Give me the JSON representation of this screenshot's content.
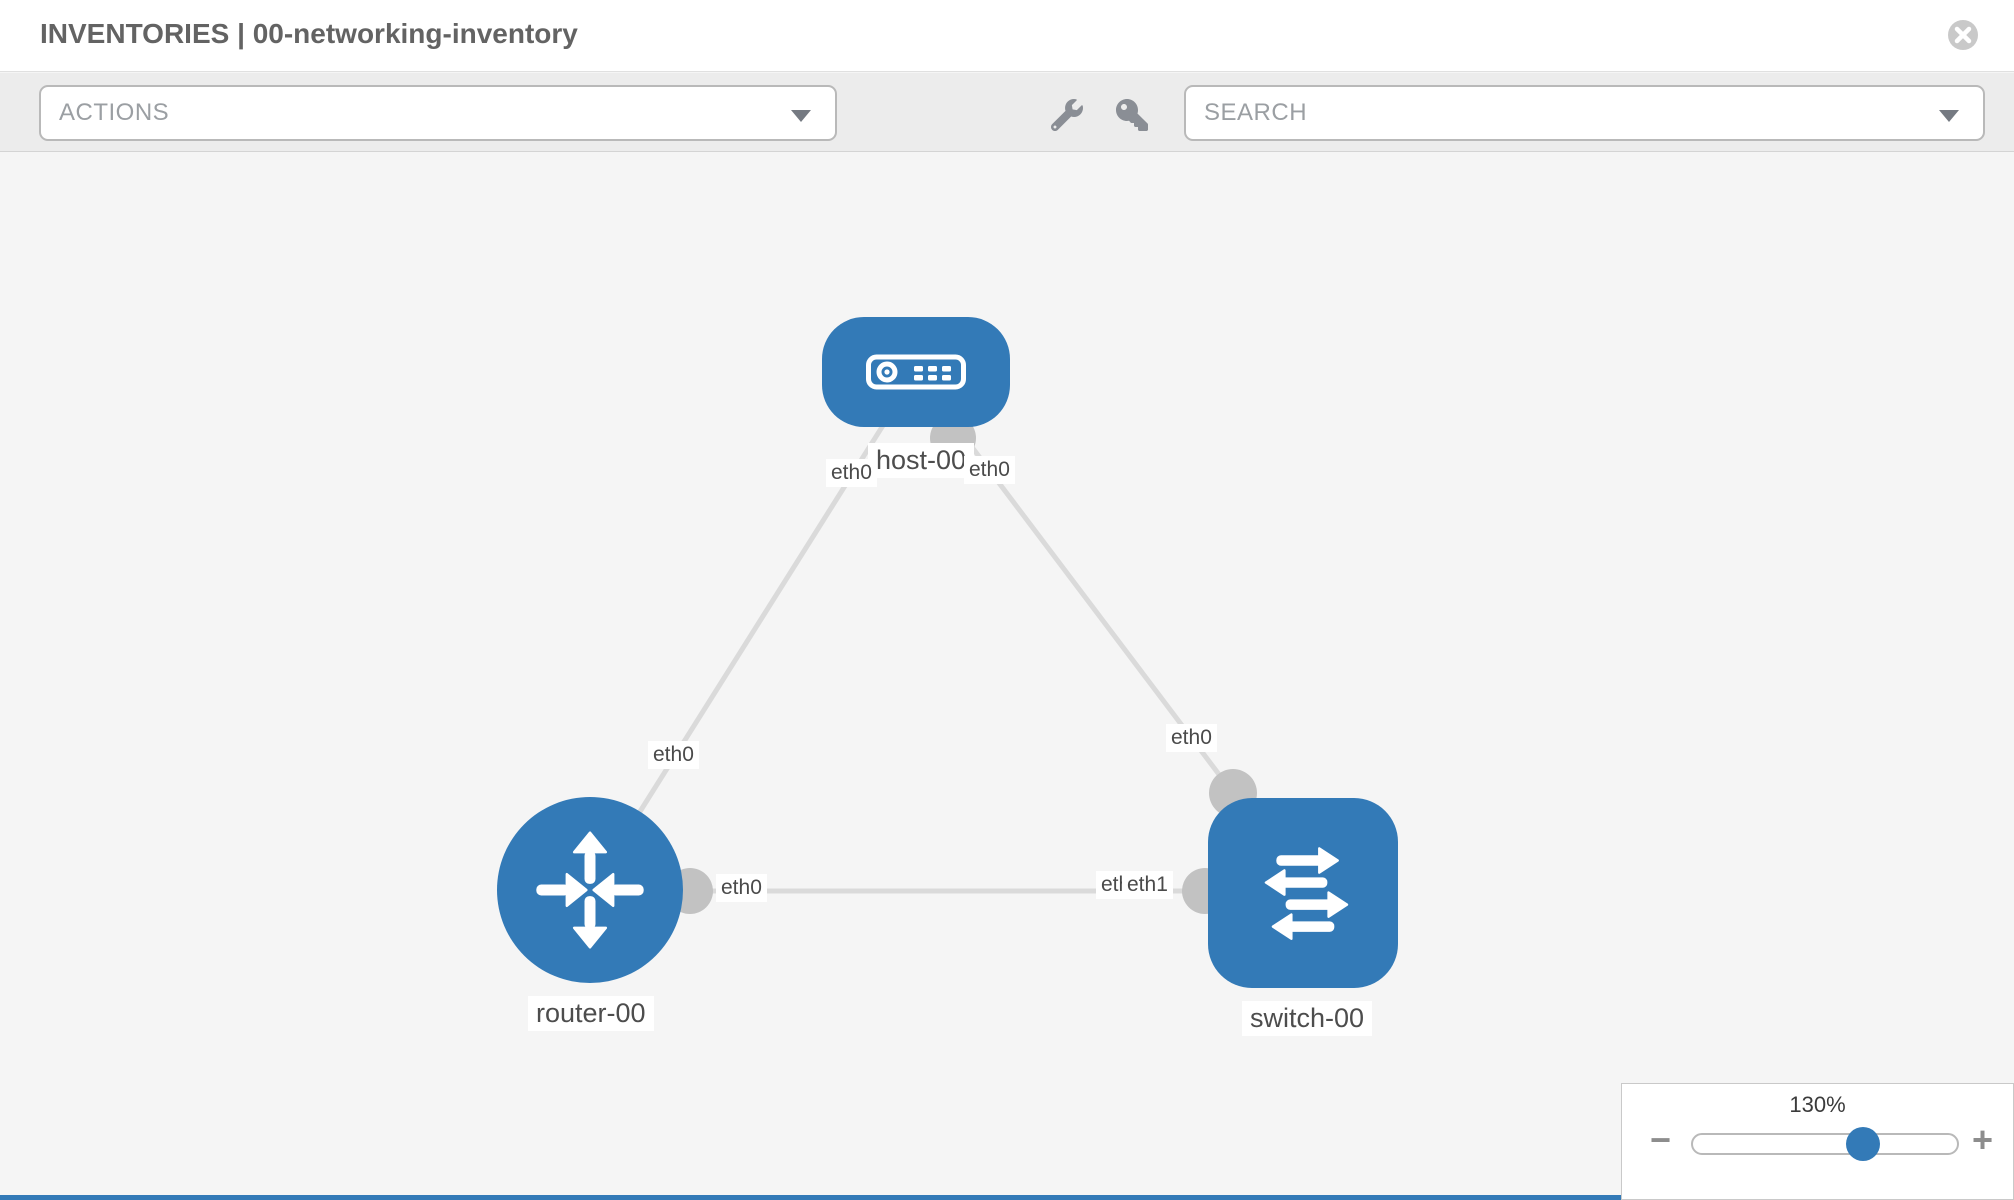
{
  "header": {
    "title": "INVENTORIES | 00-networking-inventory",
    "close_icon": "x-circle"
  },
  "toolbar": {
    "actions_label": "ACTIONS",
    "search_label": "SEARCH",
    "wrench_icon": "wrench",
    "key_icon": "key",
    "caret_icon": "chevron-down"
  },
  "topology": {
    "nodes": [
      {
        "id": "host-00",
        "type": "host",
        "label": "host-00"
      },
      {
        "id": "router-00",
        "type": "router",
        "label": "router-00"
      },
      {
        "id": "switch-00",
        "type": "switch",
        "label": "switch-00"
      }
    ],
    "links": [
      {
        "from": "host-00",
        "to": "router-00",
        "from_iface": "eth0",
        "to_iface": "eth0"
      },
      {
        "from": "host-00",
        "to": "switch-00",
        "from_iface": "eth0",
        "to_iface": "eth0"
      },
      {
        "from": "router-00",
        "to": "switch-00",
        "from_iface": "eth0",
        "to_iface": "eth1"
      }
    ],
    "iface_labels": {
      "host_left": "eth0",
      "host_right": "eth0",
      "link1_router_end": "eth0",
      "link2_switch_end": "eth0",
      "router_right": "eth0",
      "switch_mid_under": "eth0",
      "switch_mid_top": "eth1"
    }
  },
  "zoom_control": {
    "level": "130%",
    "minus": "−",
    "plus": "+"
  },
  "colors": {
    "node_blue": "#337ab7",
    "connector_gray": "#c2c2c2",
    "link_gray": "#dadada",
    "toolbar_gray": "#ececec",
    "canvas_gray": "#f5f5f5"
  }
}
